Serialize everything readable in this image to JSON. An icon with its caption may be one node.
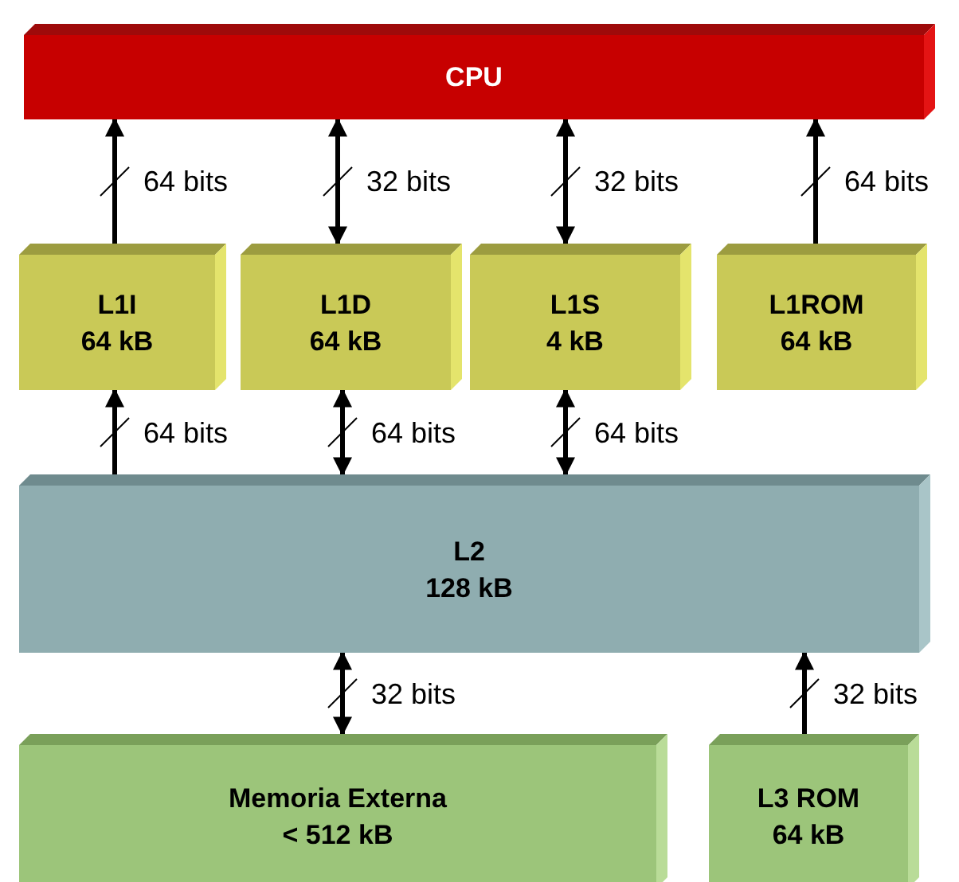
{
  "diagram": {
    "nodes": [
      {
        "text": [
          "CPU"
        ]
      },
      {
        "text": [
          "L1I",
          "64 kB"
        ]
      },
      {
        "text": [
          "L1D",
          "64 kB"
        ]
      },
      {
        "text": [
          "L1S",
          "4 kB"
        ]
      },
      {
        "text": [
          "L1ROM",
          "64 kB"
        ]
      },
      {
        "text": [
          "L2",
          "128 kB"
        ]
      },
      {
        "text": [
          "Memoria Externa",
          "< 512 kB"
        ]
      },
      {
        "text": [
          "L3 ROM",
          "64 kB"
        ]
      }
    ],
    "edges": [
      {
        "from": 1,
        "to": 0,
        "arrow": "to",
        "label": "64 bits"
      },
      {
        "from": 2,
        "to": 0,
        "arrow": "both",
        "label": "32 bits"
      },
      {
        "from": 3,
        "to": 0,
        "arrow": "both",
        "label": "32 bits"
      },
      {
        "from": 4,
        "to": 0,
        "arrow": "to",
        "label": "64 bits"
      },
      {
        "from": 5,
        "to": 1,
        "arrow": "to",
        "label": "64 bits"
      },
      {
        "from": 2,
        "to": 5,
        "arrow": "both",
        "label": "64 bits"
      },
      {
        "from": 3,
        "to": 5,
        "arrow": "both",
        "label": "64 bits"
      },
      {
        "from": 5,
        "to": 6,
        "arrow": "both",
        "label": "32 bits"
      },
      {
        "from": 7,
        "to": 5,
        "arrow": "to",
        "label": "32 bits"
      }
    ]
  }
}
